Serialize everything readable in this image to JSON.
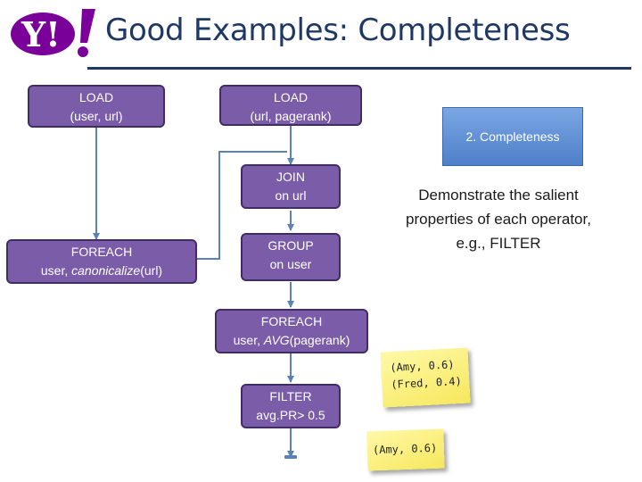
{
  "logo": {
    "text": "Y!"
  },
  "title": "Good Examples: Completeness",
  "operators": {
    "load1": {
      "op": "LOAD",
      "args": "(user, url)"
    },
    "load2": {
      "op": "LOAD",
      "args": "(url, pagerank)"
    },
    "join": {
      "op": "JOIN",
      "args": "on url"
    },
    "foreach1": {
      "op": "FOREACH",
      "args_prefix": "user, ",
      "args_func": "canonicalize",
      "args_suffix": "(url)"
    },
    "group": {
      "op": "GROUP",
      "args": "on user"
    },
    "foreach2": {
      "op": "FOREACH",
      "args_prefix": "user, ",
      "args_func": "AVG",
      "args_suffix": "(pagerank)"
    },
    "filter": {
      "op": "FILTER",
      "args": "avg.PR> 0.5"
    }
  },
  "callout": "2. Completeness",
  "note": [
    "Demonstrate the salient",
    "properties of each operator,",
    "e.g., FILTER"
  ],
  "sticky_input": [
    "(Amy, 0.6)",
    "(Fred, 0.4)"
  ],
  "sticky_output": [
    "(Amy, 0.6)"
  ],
  "colors": {
    "op_fill": "#7b5ca8",
    "op_border": "#3f2d63",
    "wire": "#5b82b5",
    "title": "#1f3864",
    "sticky": "#f9ee7a"
  }
}
